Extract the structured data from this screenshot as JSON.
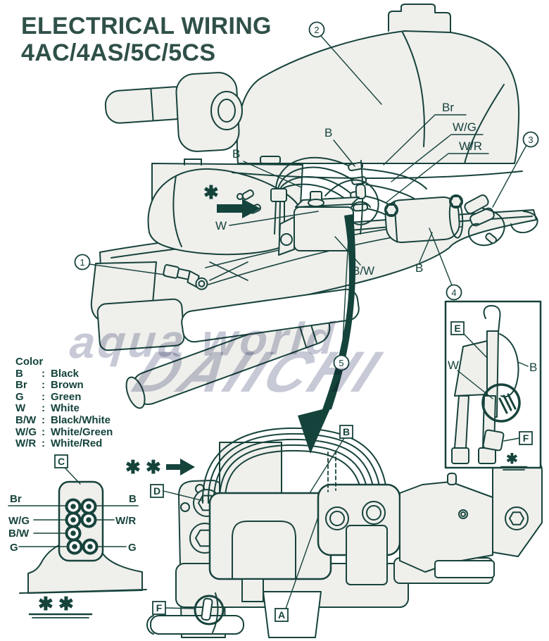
{
  "title": {
    "line1": "ELECTRICAL WIRING",
    "line2": "4AC/4AS/5C/5CS"
  },
  "watermark": {
    "line1": "aqua world",
    "line2": "DAIICHI"
  },
  "color_legend": {
    "heading": "Color",
    "separator": ":",
    "entries": [
      {
        "code": "B",
        "name": "Black"
      },
      {
        "code": "Br",
        "name": "Brown"
      },
      {
        "code": "G",
        "name": "Green"
      },
      {
        "code": "W",
        "name": "White"
      },
      {
        "code": "B/W",
        "name": "Black/White"
      },
      {
        "code": "W/G",
        "name": "White/Green"
      },
      {
        "code": "W/R",
        "name": "White/Red"
      }
    ]
  },
  "callout_numbers": {
    "n1": "1",
    "n2": "2",
    "n3": "3",
    "n4": "4",
    "n5": "5"
  },
  "wire_labels": {
    "b_front": "B",
    "b_top": "B",
    "br_top": "Br",
    "wg_top": "W/G",
    "wr_top": "W/R",
    "w_mid": "W",
    "bw_mid": "B/W",
    "b_mid": "B"
  },
  "markers": {
    "single": "✱",
    "double": "✱ ✱"
  },
  "inset_labels": {
    "e": "E",
    "w": "W",
    "b": "B",
    "f": "F"
  },
  "connector_detail": {
    "c": "C",
    "row1_left": "Br",
    "row1_right": "B",
    "row2_left": "W/G",
    "row2_right": "W/R",
    "row3_left": "B/W",
    "row4_left": "G",
    "row4_right": "G"
  },
  "bottom_labels": {
    "d": "D",
    "b": "B",
    "a": "A",
    "f": "F"
  },
  "ui_colors": {
    "line": "#17433c",
    "title_text": "#2f5049",
    "fill_light": "#efefec",
    "watermark": "#c7c9d6"
  }
}
